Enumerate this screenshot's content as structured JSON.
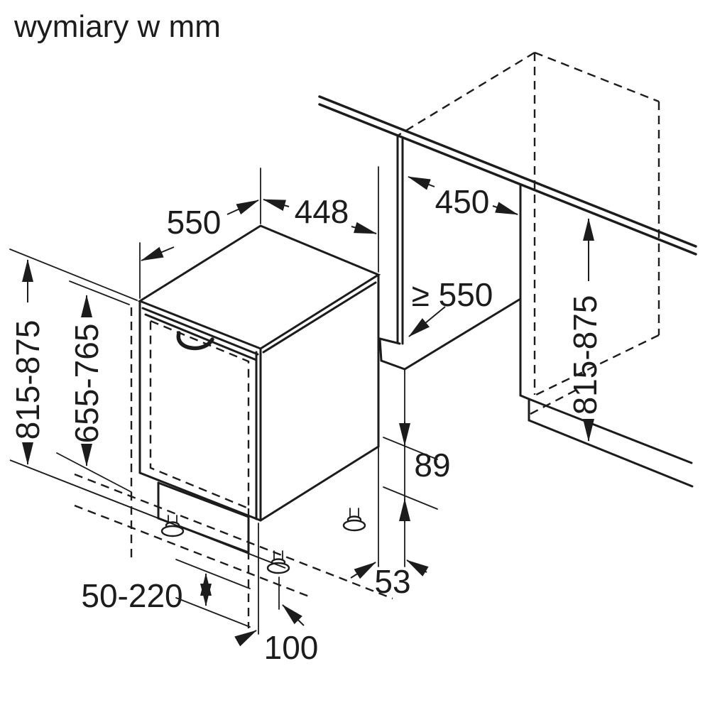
{
  "title": "wymiary w mm",
  "dims": {
    "appliance_depth": "550",
    "appliance_width": "448",
    "niche_width": "450",
    "niche_depth": "≥ 550",
    "appliance_height_left": "815-875",
    "door_panel_height": "655-765",
    "niche_height_right": "815-875",
    "base_clearance": "89",
    "rear_offset": "53",
    "foot_adjust_range": "50-220",
    "plinth_depth": "100"
  },
  "colors": {
    "line": "#1c1c1c",
    "background": "#ffffff"
  }
}
